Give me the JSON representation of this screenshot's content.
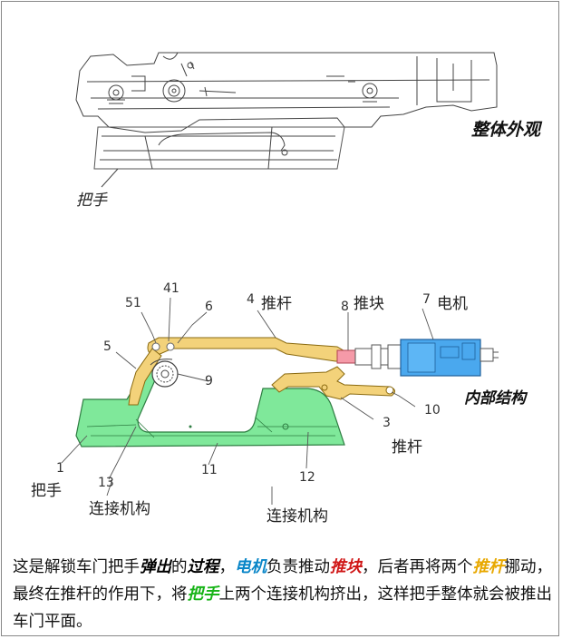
{
  "labels": {
    "overall_view": "整体外观",
    "handle_top": "把手",
    "push_rod_top": "推杆",
    "push_block": "推块",
    "motor": "电机",
    "internal_structure": "内部结构",
    "push_rod_bottom": "推杆",
    "handle_bottom": "把手",
    "linkage_left": "连接机构",
    "linkage_right": "连接机构"
  },
  "part_numbers": {
    "n51": "51",
    "n41": "41",
    "n6": "6",
    "n4": "4",
    "n8": "8",
    "n7": "7",
    "n5": "5",
    "n9": "9",
    "n10": "10",
    "n3": "3",
    "n1": "1",
    "n13": "13",
    "n11": "11",
    "n12": "12"
  },
  "description": {
    "s1": "这是解锁车门把手",
    "s2": "弹出",
    "s3": "的",
    "s4": "过程",
    "s5": "，",
    "s6": "电机",
    "s7": "负责推动",
    "s8": "推块",
    "s9": "，后者再将两个",
    "s10": "推杆",
    "s11": "挪动，最终在推杆的作用下，将",
    "s12": "把手",
    "s13": "上两个连接机构挤出，这样把手整体就会被推出车门平面。"
  },
  "colors": {
    "handle_fill": "#7fe89a",
    "push_rod_fill": "#f3d27a",
    "push_block_fill": "#f59aa8",
    "motor_fill": "#4aa8ee",
    "highlight_yellow": "#e8a800",
    "highlight_blue": "#0a86c8",
    "highlight_red": "#d01818",
    "highlight_green": "#18b418"
  }
}
